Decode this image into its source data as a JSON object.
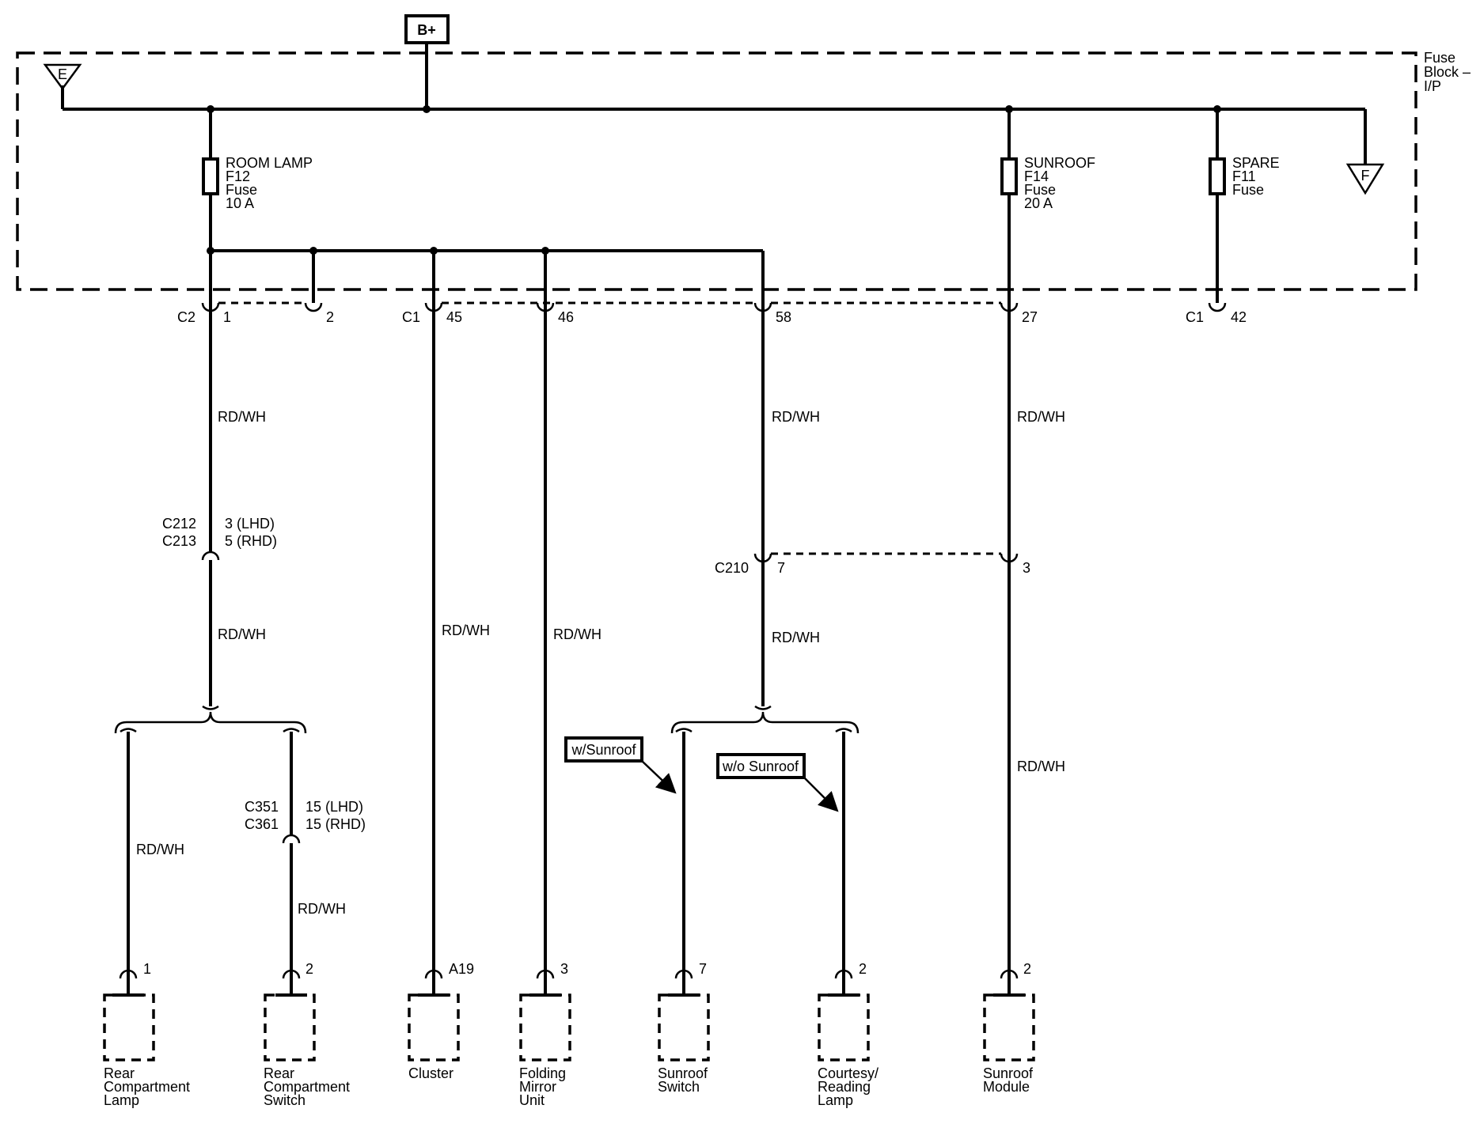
{
  "power": {
    "label": "B+"
  },
  "fuse_block": {
    "label_lines": [
      "Fuse",
      "Block –",
      "I/P"
    ]
  },
  "ground_refs": {
    "left": "E",
    "right": "F"
  },
  "fuses": [
    {
      "lines": [
        "ROOM LAMP",
        "F12",
        "Fuse",
        "10 A"
      ]
    },
    {
      "lines": [
        "SUNROOF",
        "F14",
        "Fuse",
        "20 A"
      ]
    },
    {
      "lines": [
        "SPARE",
        "F11",
        "Fuse"
      ]
    }
  ],
  "connectors": {
    "c2": "C2",
    "c2_pin1": "1",
    "c2_pin2": "2",
    "c1": "C1",
    "c1_pin45": "45",
    "c1_pin46": "46",
    "c1_pin58": "58",
    "c1_pin27": "27",
    "c1_b": "C1",
    "c1_pin42": "42",
    "c212": "C212",
    "c213": "C213",
    "c212_pin": "3 (LHD)",
    "c213_pin": "5 (RHD)",
    "c210": "C210",
    "c210_pin7": "7",
    "c210_pin3": "3",
    "c351": "C351",
    "c361": "C361",
    "c351_pin": "15 (LHD)",
    "c361_pin": "15 (RHD)"
  },
  "wire_color": "RD/WH",
  "option_labels": {
    "with_sunroof": "w/Sunroof",
    "without_sunroof": "w/o Sunroof"
  },
  "components": [
    {
      "pin": "1",
      "name_lines": [
        "Rear",
        "Compartment",
        "Lamp"
      ]
    },
    {
      "pin": "2",
      "name_lines": [
        "Rear",
        "Compartment",
        "Switch"
      ]
    },
    {
      "pin": "A19",
      "name_lines": [
        "Cluster"
      ]
    },
    {
      "pin": "3",
      "name_lines": [
        "Folding",
        "Mirror",
        "Unit"
      ]
    },
    {
      "pin": "7",
      "name_lines": [
        "Sunroof",
        "Switch"
      ]
    },
    {
      "pin": "2",
      "name_lines": [
        "Courtesy/",
        "Reading",
        "Lamp"
      ]
    },
    {
      "pin": "2",
      "name_lines": [
        "Sunroof",
        "Module"
      ]
    }
  ]
}
